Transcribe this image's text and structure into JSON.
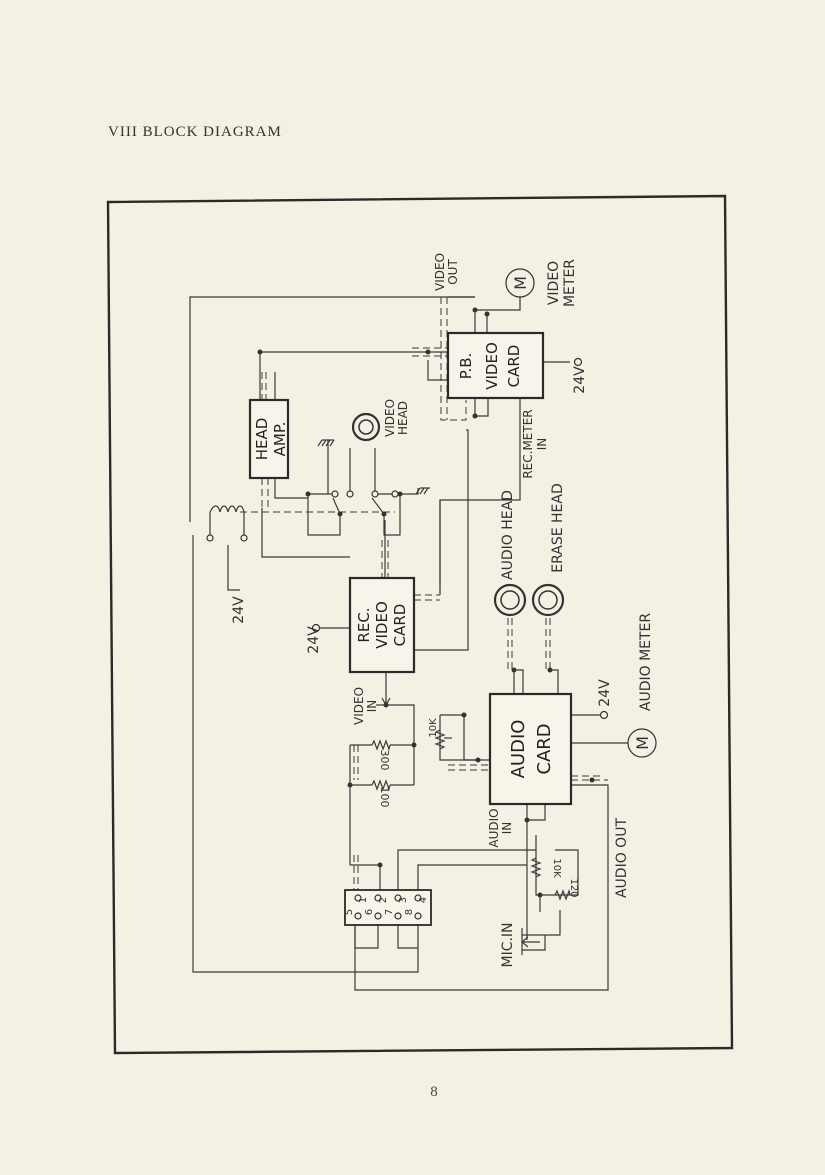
{
  "page": {
    "heading": "VIII   BLOCK DIAGRAM",
    "page_number": "8"
  },
  "blocks": {
    "head_amp": [
      "HEAD",
      "AMP."
    ],
    "pb_video_card": [
      "P.B.",
      "VIDEO",
      "CARD"
    ],
    "rec_video_card": [
      "REC.",
      "VIDEO",
      "CARD"
    ],
    "audio_card": [
      "AUDIO",
      "CARD"
    ]
  },
  "labels": {
    "video_out": [
      "VIDEO",
      "OUT"
    ],
    "video_meter": [
      "VIDEO",
      "METER"
    ],
    "video_head": [
      "VIDEO",
      "HEAD"
    ],
    "rec_meter_in": [
      "REC.METER",
      "IN"
    ],
    "audio_head": "AUDIO HEAD",
    "erase_head": "ERASE HEAD",
    "audio_meter": "AUDIO METER",
    "video_in": [
      "VIDEO",
      "IN"
    ],
    "audio_in": [
      "AUDIO",
      "IN"
    ],
    "audio_out": "AUDIO OUT",
    "mic_in": "MIC.IN",
    "meter_symbol": "M",
    "v24_pb": "24V",
    "v24_relay": "24V",
    "v24_rec": "24V",
    "v24_audio": "24V",
    "r_10k_audio": "10K",
    "r_300": "300",
    "r_100": "100",
    "r_10k_mic": "10K",
    "r_120": "120",
    "connector_pins": [
      "1",
      "2",
      "3",
      "4",
      "5",
      "6",
      "7",
      "8"
    ]
  }
}
